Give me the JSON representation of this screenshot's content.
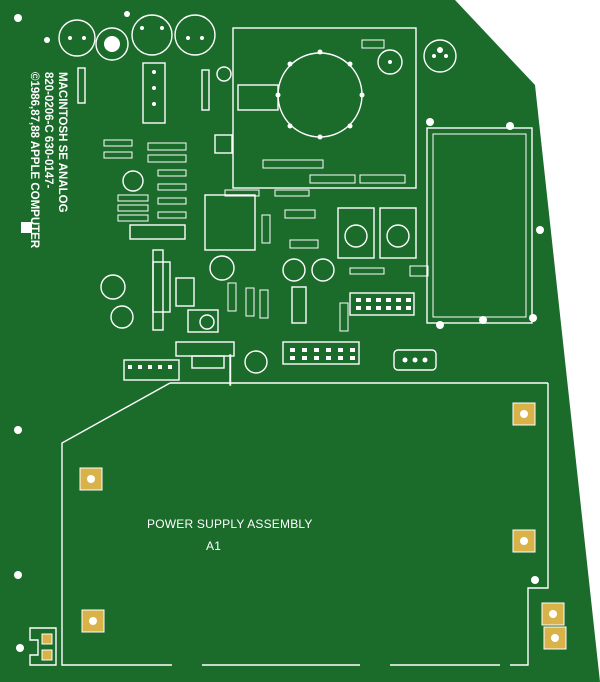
{
  "board": {
    "title_lines": [
      "MACINTOSH SE ANALOG",
      "820-0206-C 630-0147-",
      "©1986,87,88 APPLE COMPUTER"
    ],
    "assembly_label": "POWER SUPPLY ASSEMBLY",
    "assembly_ref": "A1",
    "colors": {
      "pcb": "#1b6b2b",
      "silkscreen": "#ffffff",
      "pad": "#d9b24a"
    }
  }
}
